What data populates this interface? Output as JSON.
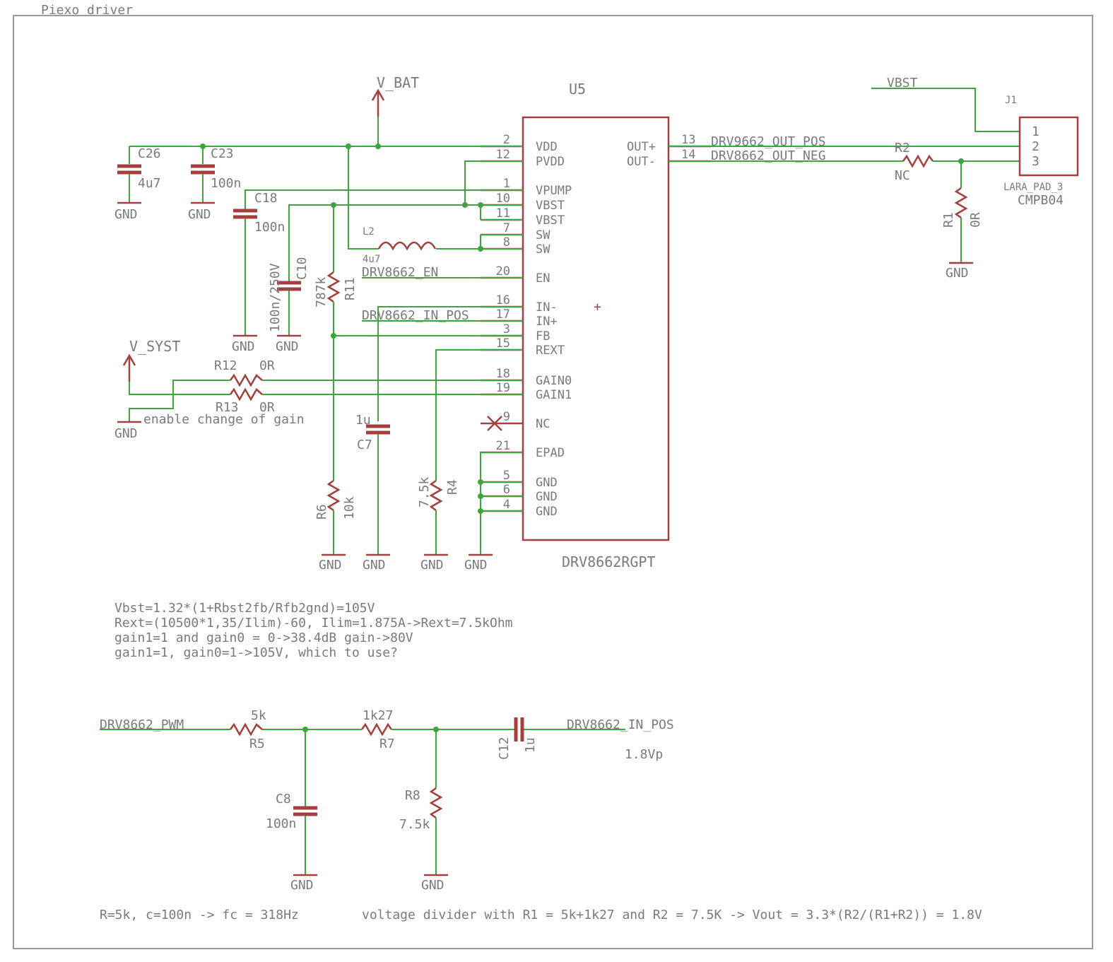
{
  "sheet": {
    "title": "Piexo driver"
  },
  "ic": {
    "ref": "U5",
    "part": "DRV8662RGPT",
    "left_pins": [
      {
        "num": "2",
        "name": "VDD"
      },
      {
        "num": "12",
        "name": "PVDD"
      },
      {
        "num": "1",
        "name": "VPUMP"
      },
      {
        "num": "10",
        "name": "VBST"
      },
      {
        "num": "11",
        "name": "VBST"
      },
      {
        "num": "7",
        "name": "SW"
      },
      {
        "num": "8",
        "name": "SW"
      },
      {
        "num": "20",
        "name": "EN"
      },
      {
        "num": "16",
        "name": "IN-"
      },
      {
        "num": "17",
        "name": "IN+"
      },
      {
        "num": "3",
        "name": "FB"
      },
      {
        "num": "15",
        "name": "REXT"
      },
      {
        "num": "18",
        "name": "GAIN0"
      },
      {
        "num": "19",
        "name": "GAIN1"
      },
      {
        "num": "9",
        "name": "NC"
      },
      {
        "num": "21",
        "name": "EPAD"
      },
      {
        "num": "5",
        "name": "GND"
      },
      {
        "num": "6",
        "name": "GND"
      },
      {
        "num": "4",
        "name": "GND"
      }
    ],
    "right_pins": [
      {
        "num": "13",
        "name": "OUT+"
      },
      {
        "num": "14",
        "name": "OUT-"
      }
    ]
  },
  "nets": {
    "v_bat": "V_BAT",
    "v_syst": "V_SYST",
    "vbst": "VBST",
    "out_pos": "DRV9662_OUT_POS",
    "out_neg": "DRV8662_OUT_NEG",
    "en": "DRV8662_EN",
    "in_pos": "DRV8662_IN_POS",
    "pwm": "DRV8662_PWM",
    "in_pos_bottom": "DRV8662_IN_POS",
    "gnd": "GND"
  },
  "components": {
    "c26": {
      "ref": "C26",
      "value": "4u7"
    },
    "c23": {
      "ref": "C23",
      "value": "100n"
    },
    "c18": {
      "ref": "C18",
      "value": "100n"
    },
    "c10": {
      "ref": "C10",
      "value": "100n/250V"
    },
    "r11": {
      "ref": "R11",
      "value": "787k"
    },
    "l2": {
      "ref": "L2",
      "value": "4u7"
    },
    "r12": {
      "ref": "R12",
      "value": "0R"
    },
    "r13": {
      "ref": "R13",
      "value": "0R"
    },
    "c7": {
      "ref": "C7",
      "value": "1u"
    },
    "r6": {
      "ref": "R6",
      "value": "10k"
    },
    "r4": {
      "ref": "R4",
      "value": "7.5k"
    },
    "r2": {
      "ref": "R2",
      "value": "NC"
    },
    "r1": {
      "ref": "R1",
      "value": "0R"
    },
    "j1": {
      "ref": "J1",
      "value": "CMPB04",
      "package": "LARA_PAD_3",
      "pins": [
        "1",
        "2",
        "3"
      ]
    },
    "r5": {
      "ref": "R5",
      "value": "5k"
    },
    "r7": {
      "ref": "R7",
      "value": "1k27"
    },
    "c12": {
      "ref": "C12",
      "value": "1u"
    },
    "c8": {
      "ref": "C8",
      "value": "100n"
    },
    "r8": {
      "ref": "R8",
      "value": "7.5k"
    }
  },
  "notes": {
    "gain_note": "enable change of gain",
    "formula_lines": [
      "Vbst=1.32*(1+Rbst2fb/Rfb2gnd)=105V",
      "Rext=(10500*1,35/Ilim)-60, Ilim=1.875A->Rext=7.5kOhm",
      "gain1=1 and gain0 = 0->38.4dB gain->80V",
      "gain1=1, gain0=1->105V, which to use?"
    ],
    "vpp": "1.8Vp",
    "filter": "R=5k, c=100n -> fc = 318Hz",
    "divider": "voltage divider with R1 = 5k+1k27 and R2 = 7.5K -> Vout = 3.3*(R2/(R1+R2)) = 1.8V"
  }
}
